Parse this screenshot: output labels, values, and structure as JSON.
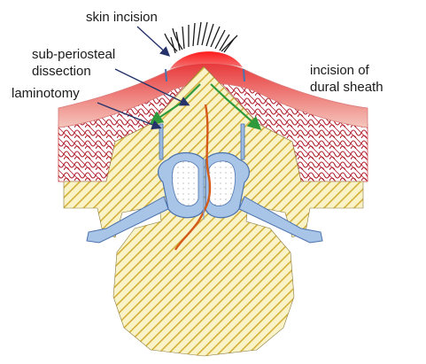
{
  "labels": {
    "skin_incision": "skin incision",
    "sub_periosteal_1": "sub-periosteal",
    "sub_periosteal_2": "dissection",
    "laminotomy": "laminotomy",
    "incision_dural_1": "incision of",
    "incision_dural_2": "dural sheath"
  },
  "colors": {
    "skin_gradient_top": "#e8383a",
    "skin_gradient_bottom": "#f2c1b6",
    "crosshatch": "#b01c2a",
    "bone_hatch": "#d4b13a",
    "bone_fill": "#faf0bf",
    "dura_blue": "#7ea6d8",
    "dura_dark": "#4a72ad",
    "nerve_orange": "#d45a1a",
    "dissection_green": "#2f9a3c",
    "arrow_navy": "#26336a"
  }
}
